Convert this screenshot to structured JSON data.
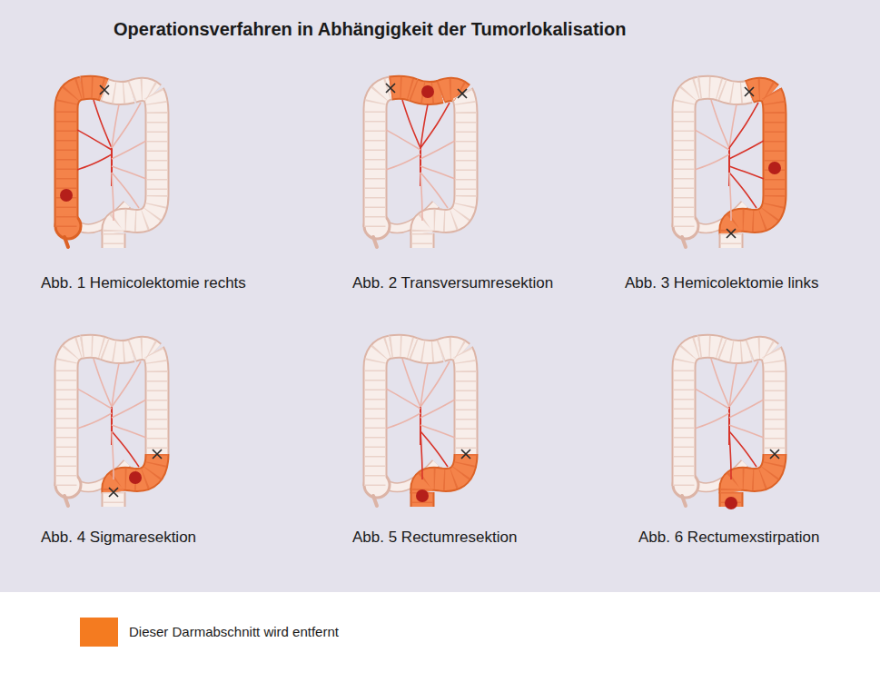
{
  "diagram": {
    "title": "Operationsverfahren in Abhängigkeit der Tumorlokalisation",
    "labels": [
      "Abb. 1 Hemicolektomie rechts",
      "Abb. 2 Transversumresektion",
      "Abb. 3 Hemicolektomie links",
      "Abb. 4 Sigmaresektion",
      "Abb. 5 Rectumresektion",
      "Abb. 6 Rectumexstirpation"
    ],
    "legend": [
      {
        "text": "Dieser Darmabschnitt wird entfernt",
        "color": "#f47b20"
      }
    ]
  }
}
